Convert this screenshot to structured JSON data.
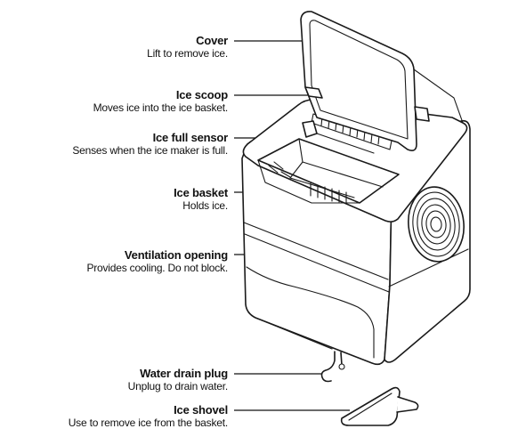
{
  "parts": [
    {
      "name": "Cover",
      "description": "Lift to remove ice."
    },
    {
      "name": "Ice scoop",
      "description": "Moves ice into the ice basket."
    },
    {
      "name": "Ice full sensor",
      "description": "Senses when the ice maker is full."
    },
    {
      "name": "Ice basket",
      "description": "Holds ice."
    },
    {
      "name": "Ventilation opening",
      "description": "Provides cooling. Do not block."
    },
    {
      "name": "Water drain plug",
      "description": "Unplug to drain water."
    },
    {
      "name": "Ice shovel",
      "description": "Use to remove ice from the basket."
    }
  ]
}
